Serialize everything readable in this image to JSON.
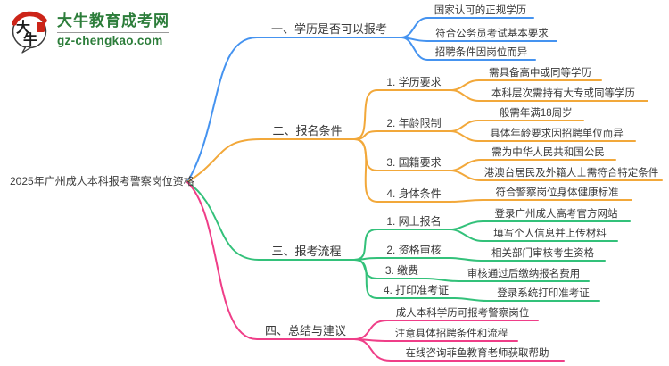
{
  "logo": {
    "icon_chars_top": "大",
    "icon_chars_bottom": "牛",
    "title": "大牛教育成考网",
    "domain": "gz-chengkao.com"
  },
  "colors": {
    "branch1": "#4593F0",
    "branch2": "#F2A83A",
    "branch3": "#33C17A",
    "branch4": "#EF3E88",
    "text": "#3C3C3C",
    "logo_green": "#2C7D3A",
    "logo_red": "#CC2418"
  },
  "root": {
    "label": "2025年广州成人本科报考警察岗位资格"
  },
  "branches": [
    {
      "label": "一、学历是否可以报考",
      "leaves": [
        "国家认可的正规学历",
        "符合公务员考试基本要求",
        "招聘条件因岗位而异"
      ]
    },
    {
      "label": "二、报名条件",
      "children": [
        {
          "label": "1. 学历要求",
          "leaves": [
            "需具备高中或同等学历",
            "本科层次需持有大专或同等学历"
          ]
        },
        {
          "label": "2. 年龄限制",
          "leaves": [
            "一般需年满18周岁",
            "具体年龄要求因招聘单位而异"
          ]
        },
        {
          "label": "3. 国籍要求",
          "leaves": [
            "需为中华人民共和国公民",
            "港澳台居民及外籍人士需符合特定条件"
          ]
        },
        {
          "label": "4. 身体条件",
          "leaves": [
            "符合警察岗位身体健康标准"
          ]
        }
      ]
    },
    {
      "label": "三、报考流程",
      "children": [
        {
          "label": "1. 网上报名",
          "leaves": [
            "登录广州成人高考官方网站",
            "填写个人信息并上传材料"
          ]
        },
        {
          "label": "2. 资格审核",
          "leaves": [
            "相关部门审核考生资格"
          ]
        },
        {
          "label": "3. 缴费",
          "leaves": [
            "审核通过后缴纳报名费用"
          ]
        },
        {
          "label": "4. 打印准考证",
          "leaves": [
            "登录系统打印准考证"
          ]
        }
      ]
    },
    {
      "label": "四、总结与建议",
      "leaves": [
        "成人本科学历可报考警察岗位",
        "注意具体招聘条件和流程",
        "在线咨询菲鱼教育老师获取帮助"
      ]
    }
  ]
}
